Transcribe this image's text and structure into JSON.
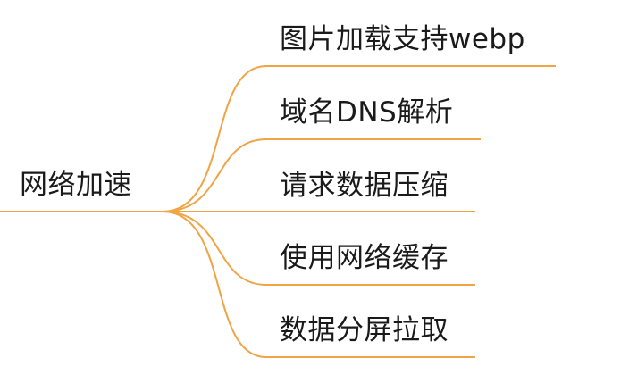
{
  "mindmap": {
    "root": {
      "label": "网络加速"
    },
    "branches": [
      {
        "label": "图片加载支持webp"
      },
      {
        "label": "域名DNS解析"
      },
      {
        "label": "请求数据压缩"
      },
      {
        "label": "使用网络缓存"
      },
      {
        "label": "数据分屏拉取"
      }
    ]
  },
  "colors": {
    "line": "#F0A445",
    "text": "#1a1a1a",
    "background": "#ffffff"
  }
}
